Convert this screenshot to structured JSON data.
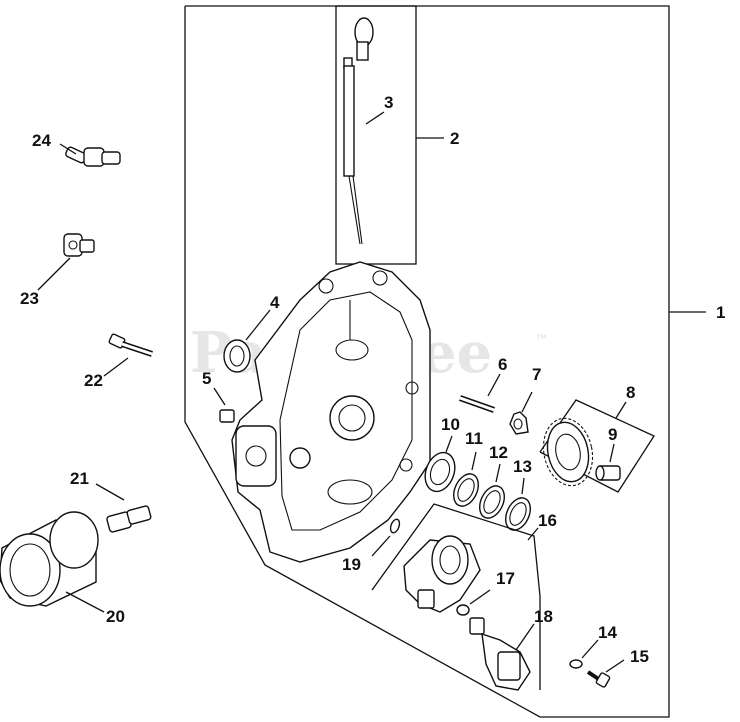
{
  "watermark": {
    "text": "PartsTree",
    "trademark": "™"
  },
  "callouts": {
    "c1": "1",
    "c2": "2",
    "c3": "3",
    "c4": "4",
    "c5": "5",
    "c6": "6",
    "c7": "7",
    "c8": "8",
    "c9": "9",
    "c10": "10",
    "c11": "11",
    "c12": "12",
    "c13": "13",
    "c14": "14",
    "c15": "15",
    "c16": "16",
    "c17": "17",
    "c18": "18",
    "c19": "19",
    "c20": "20",
    "c21": "21",
    "c22": "22",
    "c23": "23",
    "c24": "24"
  }
}
